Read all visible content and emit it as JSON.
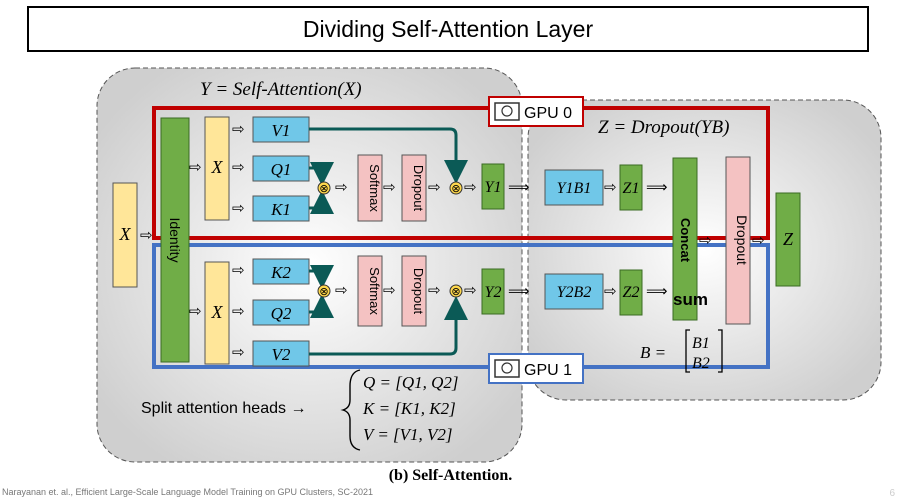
{
  "title": "Dividing Self-Attention Layer",
  "caption": "(b) Self-Attention.",
  "citation": "Narayanan et. al., Efficient Large-Scale Language Model Training on GPU Clusters, SC-2021",
  "page_number": "6",
  "colors": {
    "gpu0": "#c00000",
    "gpu1": "#4472c4",
    "identity_green": "#70ad47",
    "input_yellow": "#ffe699",
    "head_blue": "#70c7e8",
    "op_pink": "#f4c2c2",
    "region_gray": "#d9d9d9"
  },
  "equations": {
    "self_attention": "Y = Self-Attention(X)",
    "dropout": "Z = Dropout(YB)",
    "b_lhs": "B =",
    "b_top": "B1",
    "b_bottom": "B2"
  },
  "gpu_labels": {
    "gpu0": "GPU 0",
    "gpu1": "GPU 1"
  },
  "blocks": {
    "x_input": "X",
    "identity": "Identity",
    "x_head": "X",
    "v1": "V1",
    "q1": "Q1",
    "k1": "K1",
    "k2": "K2",
    "q2": "Q2",
    "v2": "V2",
    "softmax": "Softmax",
    "dropout": "Dropout",
    "y1": "Y1",
    "y2": "Y2",
    "yb1": "Y1B1",
    "yb2": "Y2B2",
    "z1": "Z1",
    "z2": "Z2",
    "concat": "Concat",
    "sum": "sum",
    "z_out": "Z"
  },
  "split": {
    "label": "Split attention heads →",
    "q": "Q = [Q1, Q2]",
    "k": "K = [K1, K2]",
    "v": "V = [V1, V2]"
  },
  "multiply_symbol": "⊗"
}
